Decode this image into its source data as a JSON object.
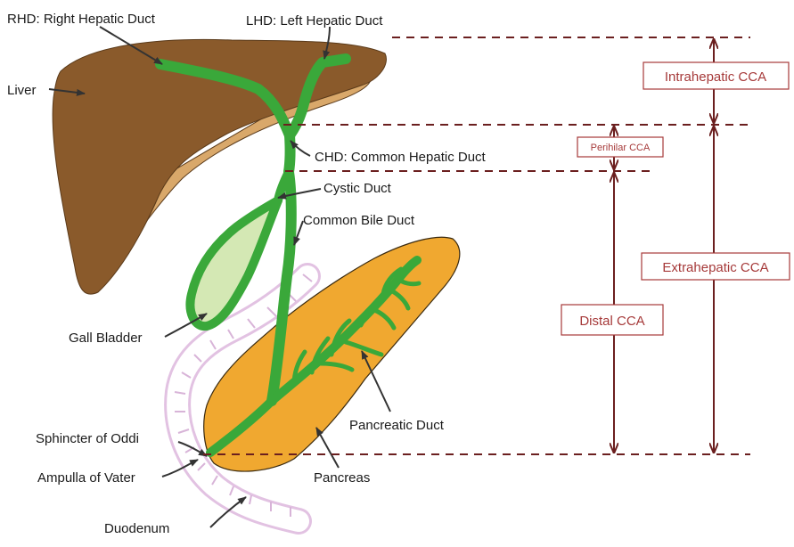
{
  "labels": {
    "rhd": "RHD: Right Hepatic Duct",
    "lhd": "LHD: Left Hepatic Duct",
    "liver": "Liver",
    "chd": "CHD: Common Hepatic Duct",
    "cystic_duct": "Cystic Duct",
    "common_bile_duct": "Common Bile Duct",
    "gall_bladder": "Gall Bladder",
    "pancreatic_duct": "Pancreatic Duct",
    "sphincter_of_oddi": "Sphincter of Oddi",
    "ampulla_of_vater": "Ampulla of Vater",
    "pancreas": "Pancreas",
    "duodenum": "Duodenum"
  },
  "regions": {
    "intrahepatic": "Intrahepatic CCA",
    "perihilar": "Perihilar CCA",
    "extrahepatic": "Extrahepatic CCA",
    "distal": "Distal CCA"
  },
  "colors": {
    "liver_dark": "#8a5a2b",
    "liver_light": "#d9a86a",
    "duct": "#3aa83a",
    "gallbladder": "#d4e8b4",
    "pancreas": "#f0a830",
    "duodenum": "#e8c8e8",
    "dimension": "#6b1f1f",
    "region_text": "#a63a3a"
  }
}
